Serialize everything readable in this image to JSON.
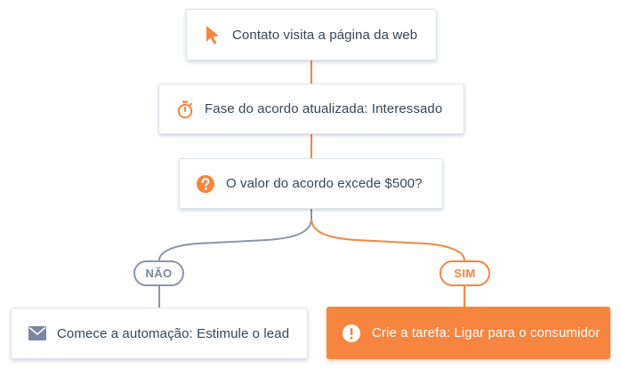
{
  "nodes": {
    "visit": {
      "label": "Contato visita a página da web",
      "icon": "cursor-icon"
    },
    "stage": {
      "label": "Fase do acordo atualizada: Interessado",
      "icon": "stopwatch-icon"
    },
    "question": {
      "label": "O valor do acordo excede $500?",
      "icon": "question-icon"
    },
    "automation": {
      "label": "Comece a automação: Estimule o lead",
      "icon": "envelope-icon"
    },
    "task": {
      "label": "Crie a tarefa: Ligar para o consumidor",
      "icon": "alert-icon"
    }
  },
  "branches": {
    "no": {
      "label": "NÃO"
    },
    "yes": {
      "label": "SIM"
    }
  },
  "colors": {
    "accent": "#f5853f",
    "text": "#33475b",
    "branch_neutral": "#8a94ad",
    "node_border": "#dfe3ea"
  }
}
